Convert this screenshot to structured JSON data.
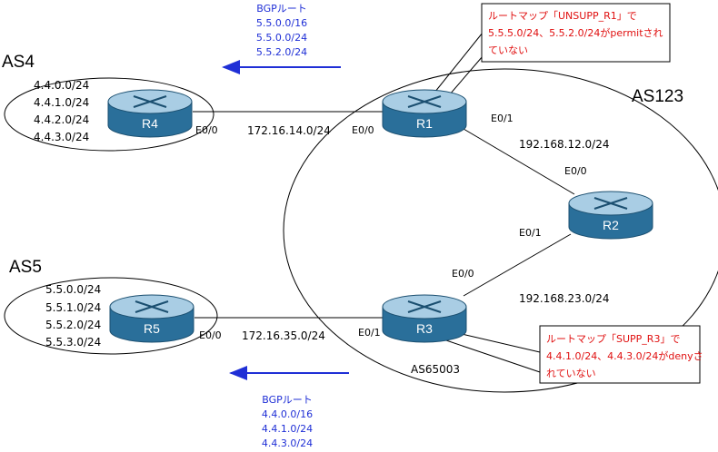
{
  "colors": {
    "bgp_text": "#1f2fd6",
    "route_map_text": "#e01010",
    "router_body": "#2a6f9a",
    "router_top": "#a9cde4"
  },
  "as_labels": {
    "as4": "AS4",
    "as5": "AS5",
    "as123": "AS123",
    "as65003": "AS65003"
  },
  "routers": {
    "r1": "R1",
    "r2": "R2",
    "r3": "R3",
    "r4": "R4",
    "r5": "R5"
  },
  "as4_networks": [
    "4.4.0.0/24",
    "4.4.1.0/24",
    "4.4.2.0/24",
    "4.4.3.0/24"
  ],
  "as5_networks": [
    "5.5.0.0/24",
    "5.5.1.0/24",
    "5.5.2.0/24",
    "5.5.3.0/24"
  ],
  "links": {
    "r4_r1": "172.16.14.0/24",
    "r5_r3": "172.16.35.0/24",
    "r1_r2": "192.168.12.0/24",
    "r2_r3": "192.168.23.0/24"
  },
  "interfaces": {
    "r4_e0_0": "E0/0",
    "r1_e0_0": "E0/0",
    "r1_e0_1": "E0/1",
    "r2_e0_0": "E0/0",
    "r2_e0_1": "E0/1",
    "r3_e0_0": "E0/0",
    "r3_e0_1": "E0/1",
    "r5_e0_0": "E0/0"
  },
  "bgp_to_r4": {
    "title": "BGPルート",
    "routes": [
      "5.5.0.0/16",
      "5.5.0.0/24",
      "5.5.2.0/24"
    ]
  },
  "bgp_to_r5": {
    "title": "BGPルート",
    "routes": [
      "4.4.0.0/16",
      "4.4.1.0/24",
      "4.4.3.0/24"
    ]
  },
  "callout_r1": {
    "lines": [
      "ルートマップ「UNSUPP_R1」で",
      "5.5.5.0/24、5.5.2.0/24がpermitされ",
      "ていない"
    ]
  },
  "callout_r3": {
    "lines": [
      "ルートマップ「SUPP_R3」で",
      "4.4.1.0/24、4.4.3.0/24がdenyさ",
      "れていない"
    ]
  }
}
